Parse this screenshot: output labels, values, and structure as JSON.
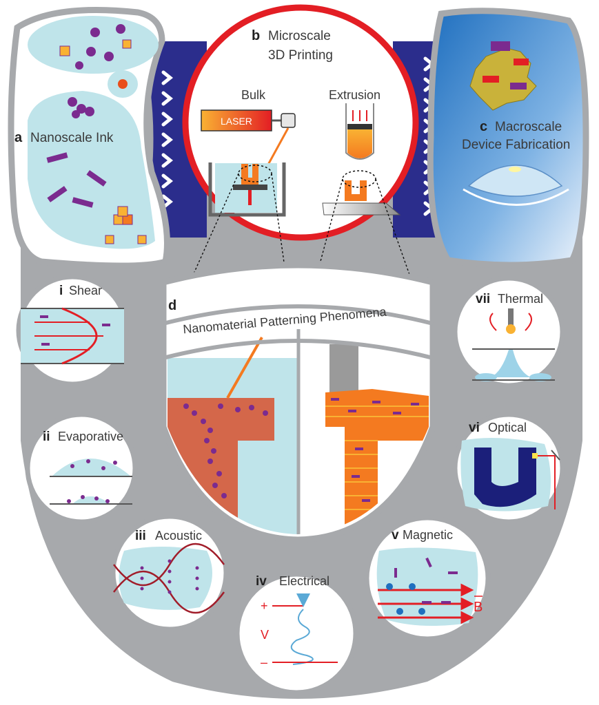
{
  "panels": {
    "a": {
      "letter": "a",
      "title": "Nanoscale Ink"
    },
    "b": {
      "letter": "b",
      "title_line1": "Microscale",
      "title_line2": "3D Printing",
      "bulk": "Bulk",
      "extrusion": "Extrusion",
      "laser": "LASER"
    },
    "c": {
      "letter": "c",
      "title_line1": "Macroscale",
      "title_line2": "Device Fabrication"
    },
    "d": {
      "letter": "d",
      "title": "Nanomaterial Patterning Phenomena"
    }
  },
  "phenomena": {
    "shear": {
      "numeral": "i",
      "label": "Shear"
    },
    "evaporative": {
      "numeral": "ii",
      "label": "Evaporative"
    },
    "acoustic": {
      "numeral": "iii",
      "label": "Acoustic"
    },
    "electrical": {
      "numeral": "iv",
      "label": "Electrical",
      "plus": "+",
      "v": "V",
      "minus": "–"
    },
    "magnetic": {
      "numeral": "v",
      "label": "Magnetic",
      "field": "B"
    },
    "optical": {
      "numeral": "vi",
      "label": "Optical"
    },
    "thermal": {
      "numeral": "vii",
      "label": "Thermal"
    }
  },
  "colors": {
    "frame_gray": "#a7a9ac",
    "ring_red": "#e31e24",
    "arrow_band": "#2b2d8c",
    "ink_blue": "#bfe4ea",
    "particle_purple": "#7b2b8f",
    "print_orange": "#f47a20"
  }
}
